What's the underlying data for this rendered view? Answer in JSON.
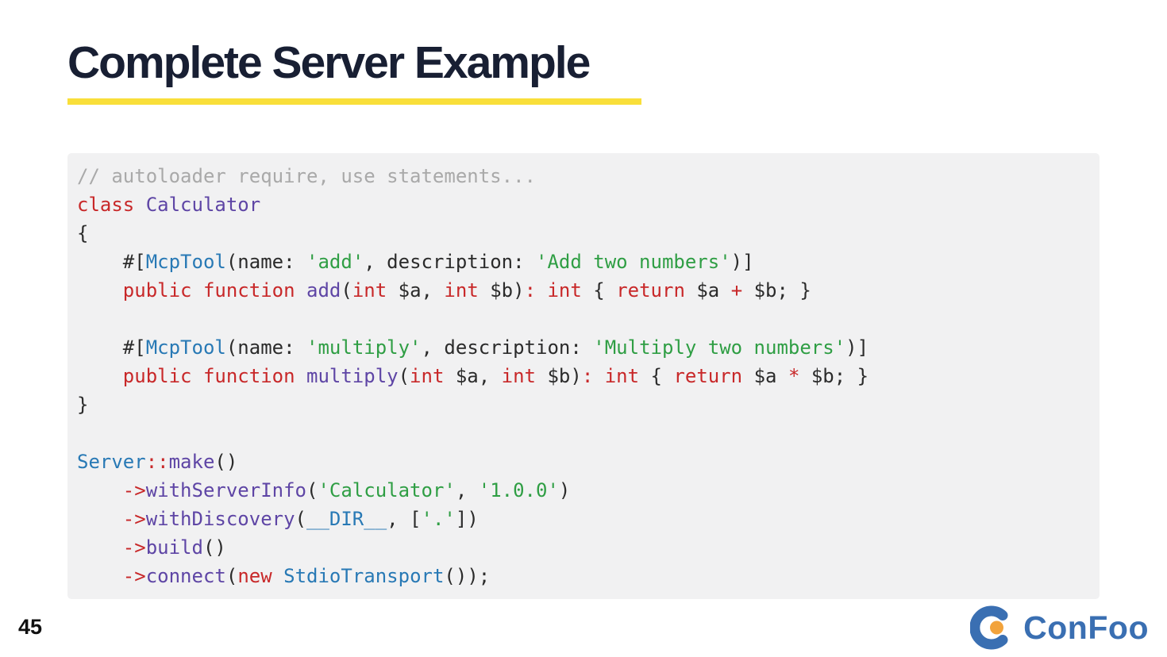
{
  "title": {
    "text": "Complete Server Example",
    "color": "#181f33",
    "underline_color": "#f9df3a"
  },
  "code": {
    "background": "#f1f1f2",
    "colors": {
      "com": "#a9a9a9",
      "kw": "#c82829",
      "op": "#c82829",
      "cls": "#2879b5",
      "fn": "#5e45a5",
      "str": "#2f9e44",
      "pl": "#2b2b2b"
    },
    "lines": [
      [
        [
          "com",
          "// autoloader require, use statements..."
        ]
      ],
      [
        [
          "kw",
          "class"
        ],
        [
          "pl",
          " "
        ],
        [
          "fn",
          "Calculator"
        ]
      ],
      [
        [
          "pl",
          "{"
        ]
      ],
      [
        [
          "pl",
          "    #["
        ],
        [
          "cls",
          "McpTool"
        ],
        [
          "pl",
          "(name: "
        ],
        [
          "str",
          "'add'"
        ],
        [
          "pl",
          ", description: "
        ],
        [
          "str",
          "'Add two numbers'"
        ],
        [
          "pl",
          ")]"
        ]
      ],
      [
        [
          "pl",
          "    "
        ],
        [
          "kw",
          "public"
        ],
        [
          "pl",
          " "
        ],
        [
          "kw",
          "function"
        ],
        [
          "pl",
          " "
        ],
        [
          "fn",
          "add"
        ],
        [
          "pl",
          "("
        ],
        [
          "kw",
          "int"
        ],
        [
          "pl",
          " $a, "
        ],
        [
          "kw",
          "int"
        ],
        [
          "pl",
          " $b)"
        ],
        [
          "op",
          ":"
        ],
        [
          "pl",
          " "
        ],
        [
          "kw",
          "int"
        ],
        [
          "pl",
          " { "
        ],
        [
          "kw",
          "return"
        ],
        [
          "pl",
          " $a "
        ],
        [
          "op",
          "+"
        ],
        [
          "pl",
          " $b; }"
        ]
      ],
      [],
      [
        [
          "pl",
          "    #["
        ],
        [
          "cls",
          "McpTool"
        ],
        [
          "pl",
          "(name: "
        ],
        [
          "str",
          "'multiply'"
        ],
        [
          "pl",
          ", description: "
        ],
        [
          "str",
          "'Multiply two numbers'"
        ],
        [
          "pl",
          ")]"
        ]
      ],
      [
        [
          "pl",
          "    "
        ],
        [
          "kw",
          "public"
        ],
        [
          "pl",
          " "
        ],
        [
          "kw",
          "function"
        ],
        [
          "pl",
          " "
        ],
        [
          "fn",
          "multiply"
        ],
        [
          "pl",
          "("
        ],
        [
          "kw",
          "int"
        ],
        [
          "pl",
          " $a, "
        ],
        [
          "kw",
          "int"
        ],
        [
          "pl",
          " $b)"
        ],
        [
          "op",
          ":"
        ],
        [
          "pl",
          " "
        ],
        [
          "kw",
          "int"
        ],
        [
          "pl",
          " { "
        ],
        [
          "kw",
          "return"
        ],
        [
          "pl",
          " $a "
        ],
        [
          "op",
          "*"
        ],
        [
          "pl",
          " $b; }"
        ]
      ],
      [
        [
          "pl",
          "}"
        ]
      ],
      [],
      [
        [
          "cls",
          "Server"
        ],
        [
          "op",
          "::"
        ],
        [
          "fn",
          "make"
        ],
        [
          "pl",
          "()"
        ]
      ],
      [
        [
          "pl",
          "    "
        ],
        [
          "op",
          "->"
        ],
        [
          "fn",
          "withServerInfo"
        ],
        [
          "pl",
          "("
        ],
        [
          "str",
          "'Calculator'"
        ],
        [
          "pl",
          ", "
        ],
        [
          "str",
          "'1.0.0'"
        ],
        [
          "pl",
          ")"
        ]
      ],
      [
        [
          "pl",
          "    "
        ],
        [
          "op",
          "->"
        ],
        [
          "fn",
          "withDiscovery"
        ],
        [
          "pl",
          "("
        ],
        [
          "cls",
          "__DIR__"
        ],
        [
          "pl",
          ", ["
        ],
        [
          "str",
          "'.'"
        ],
        [
          "pl",
          "])"
        ]
      ],
      [
        [
          "pl",
          "    "
        ],
        [
          "op",
          "->"
        ],
        [
          "fn",
          "build"
        ],
        [
          "pl",
          "()"
        ]
      ],
      [
        [
          "pl",
          "    "
        ],
        [
          "op",
          "->"
        ],
        [
          "fn",
          "connect"
        ],
        [
          "pl",
          "("
        ],
        [
          "kw",
          "new"
        ],
        [
          "pl",
          " "
        ],
        [
          "cls",
          "StdioTransport"
        ],
        [
          "pl",
          "());"
        ]
      ]
    ]
  },
  "footer": {
    "page_number": "45",
    "logo_text": "ConFoo",
    "logo_blue": "#3a6fb2",
    "logo_orange": "#f2a33c"
  }
}
